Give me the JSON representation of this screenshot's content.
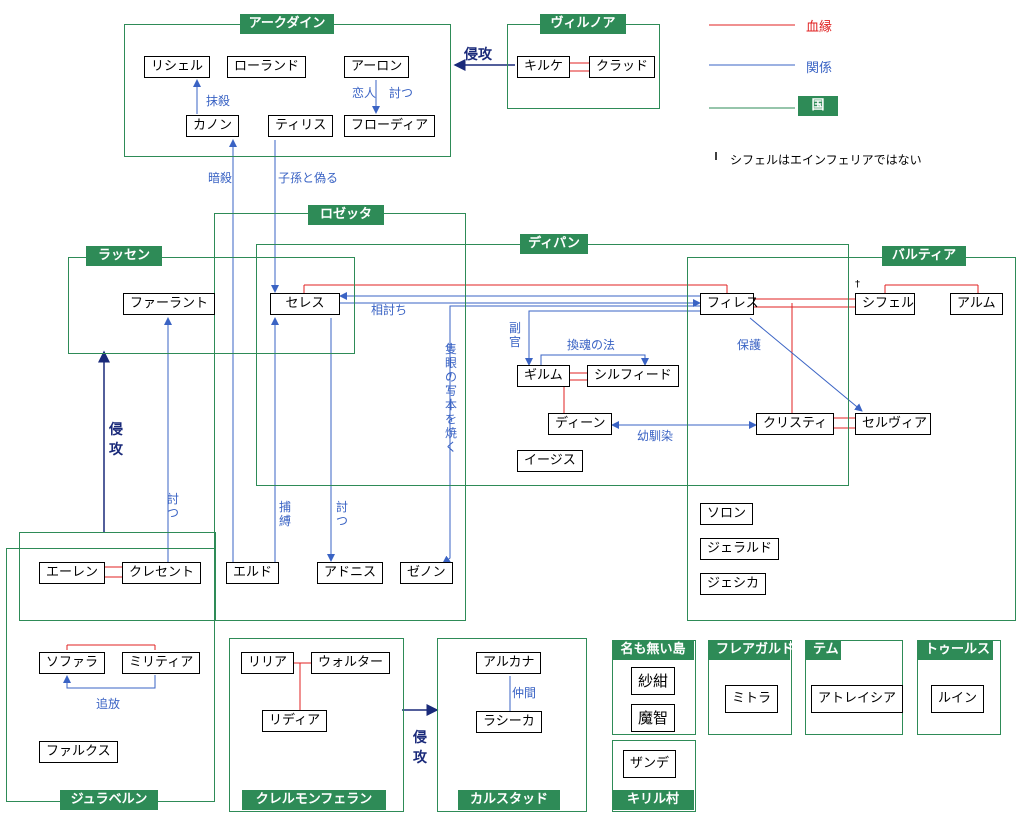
{
  "legend": {
    "blood": "血縁",
    "relation": "関係",
    "country": "国",
    "note_mark": "†",
    "note": "シフェルはエインフェリアではない"
  },
  "colors": {
    "blood": "#e02020",
    "relation": "#3a63c4",
    "country": "#2e8b57",
    "attack": "#1a2a7a"
  },
  "regions": {
    "arkdain": "アークダイン",
    "vilnoa": "ヴィルノア",
    "rosetta": "ロゼッタ",
    "lassen": "ラッセン",
    "dipan": "ディパン",
    "bartia": "バルティア",
    "jurabelun": "ジュラベルン",
    "krelmonfelan": "クレルモンフェラン",
    "kalstad": "カルスタッド",
    "nameless": "名も無い島",
    "flagald": "フレアガルド",
    "temu": "テム",
    "tours": "トゥールス",
    "kirill": "キリル村"
  },
  "people": {
    "rishel": "リシェル",
    "roland": "ローランド",
    "aaron": "アーロン",
    "kanon": "カノン",
    "tiris": "ティリス",
    "flodia": "フローディア",
    "kirke": "キルケ",
    "claud": "クラッド",
    "farant": "ファーラント",
    "seles": "セレス",
    "philes": "フィレス",
    "shifel": "シフェル",
    "arum": "アルム",
    "girum": "ギルム",
    "sylphid": "シルフィード",
    "dean": "ディーン",
    "cristi": "クリスティ",
    "selvia": "セルヴィア",
    "aegis": "イージス",
    "solon": "ソロン",
    "gerald": "ジェラルド",
    "jesika": "ジェシカ",
    "eren": "エーレン",
    "crescent": "クレセント",
    "eld": "エルド",
    "adonis": "アドニス",
    "zenon": "ゼノン",
    "sofara": "ソファラ",
    "militia": "ミリティア",
    "falx": "ファルクス",
    "liria": "リリア",
    "walter": "ウォルター",
    "lydia": "リディア",
    "arcana": "アルカナ",
    "rasika": "ラシーカ",
    "shakon": "紗紺",
    "machi": "魔智",
    "mitra": "ミトラ",
    "atreisia": "アトレイシア",
    "ruin": "ルイン",
    "zande": "ザンデ"
  },
  "labels": {
    "massatsu": "抹殺",
    "koibito": "恋人",
    "utsu1": "討つ",
    "ansatsu": "暗殺",
    "shison": "子孫と偽る",
    "aiuchi": "相討ち",
    "fukukan": "副官",
    "kankon": "換魂の法",
    "hogo": "保護",
    "osananajimi": "幼馴染",
    "gigan": "隻眼の写本を焼く",
    "utsu2": "討つ",
    "hobaku": "捕縛",
    "utsu3": "討つ",
    "tsuiho": "追放",
    "nakama": "仲間",
    "invade1": "侵攻",
    "invade2": "侵攻",
    "invade3": "侵攻"
  }
}
